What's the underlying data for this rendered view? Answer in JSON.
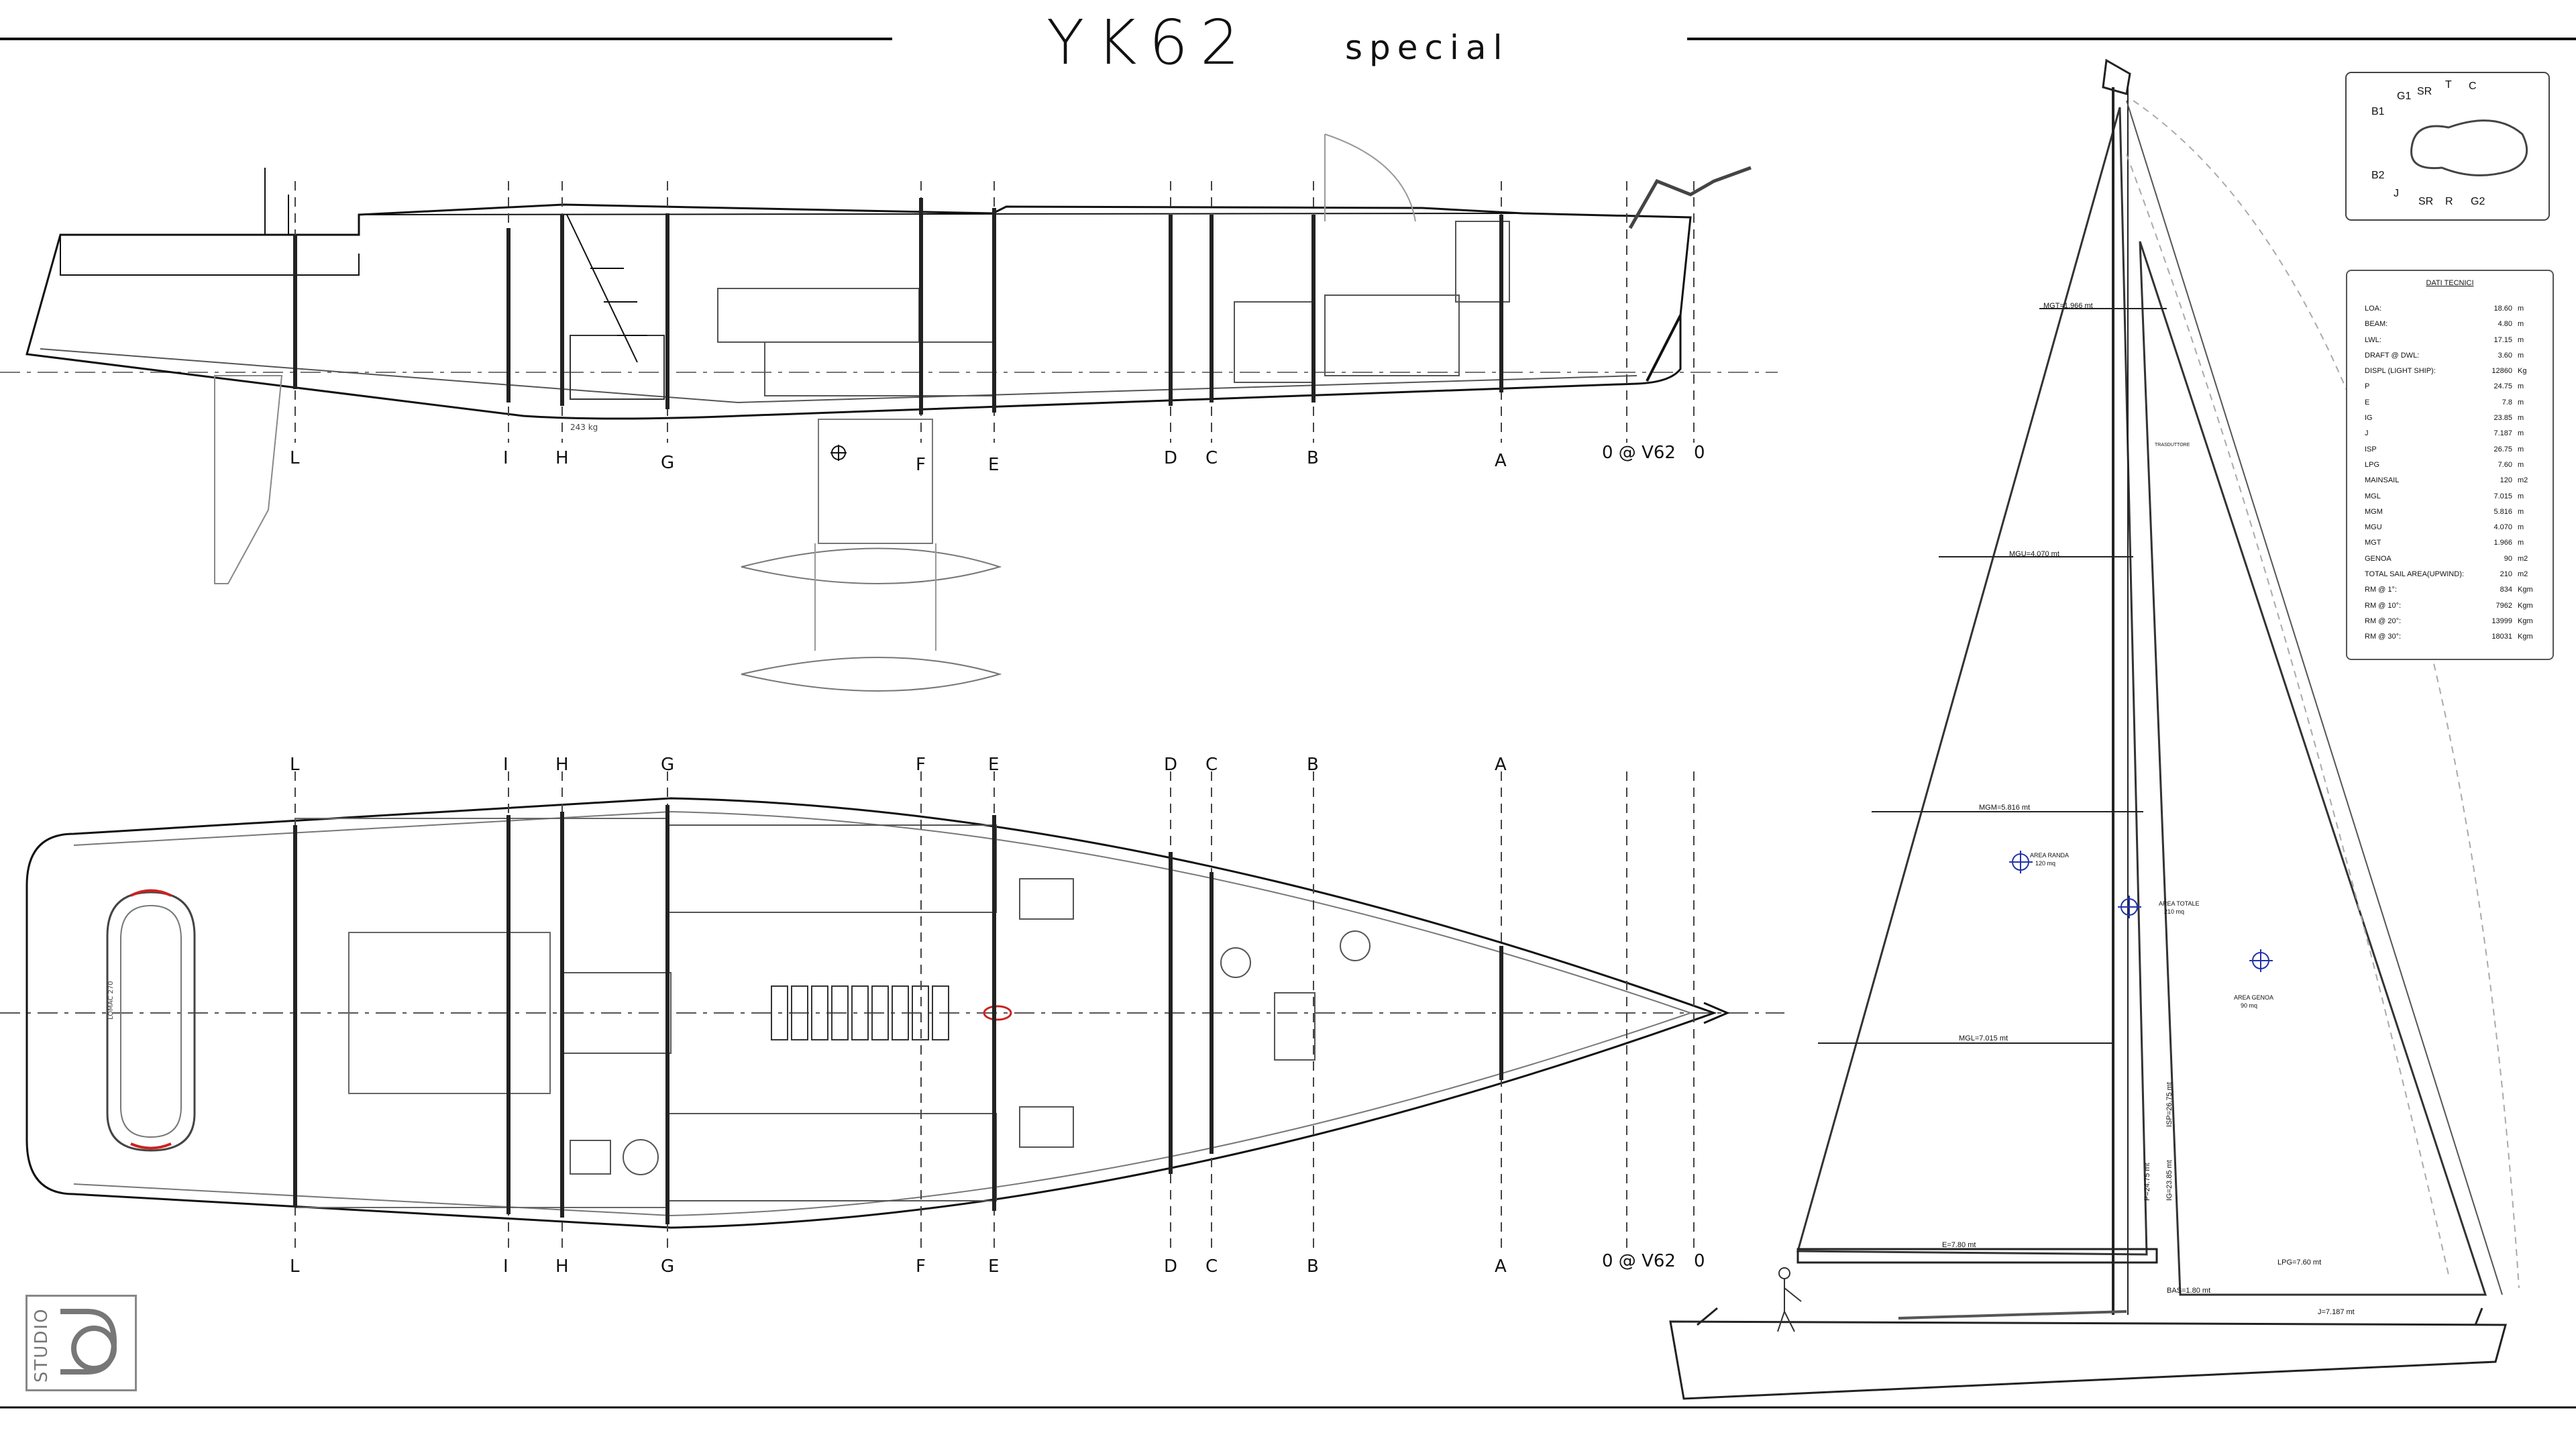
{
  "title": {
    "main": "YK62",
    "sub": "special"
  },
  "stations_top": [
    "L",
    "I",
    "H",
    "G",
    "F",
    "E",
    "D",
    "C",
    "B",
    "A"
  ],
  "stations_plan_top": [
    "L",
    "I",
    "H",
    "G",
    "F",
    "E",
    "D",
    "C",
    "B",
    "A"
  ],
  "stations_plan_bottom": [
    "L",
    "I",
    "H",
    "G",
    "F",
    "E",
    "D",
    "C",
    "B",
    "A"
  ],
  "ref_label_profile": "0 @ V62",
  "ref_zero_profile": "0",
  "ref_label_plan": "0 @ V62",
  "ref_zero_plan": "0",
  "weight_note": "243 kg",
  "tender_label": "LOMAC 270",
  "keyplan_labels": [
    "B1",
    "G1",
    "SR",
    "T",
    "C",
    "B2",
    "J",
    "SR",
    "R",
    "G2"
  ],
  "specs": {
    "title": "DATI TECNICI",
    "rows": [
      {
        "label": "LOA:",
        "value": "18.60",
        "unit": "m"
      },
      {
        "label": "BEAM:",
        "value": "4.80",
        "unit": "m"
      },
      {
        "label": "LWL:",
        "value": "17.15",
        "unit": "m"
      },
      {
        "label": "DRAFT @ DWL:",
        "value": "3.60",
        "unit": "m"
      },
      {
        "label": "DISPL (LIGHT SHIP):",
        "value": "12860",
        "unit": "Kg"
      },
      {
        "label": "P",
        "value": "24.75",
        "unit": "m"
      },
      {
        "label": "E",
        "value": "7.8",
        "unit": "m"
      },
      {
        "label": "IG",
        "value": "23.85",
        "unit": "m"
      },
      {
        "label": "J",
        "value": "7.187",
        "unit": "m"
      },
      {
        "label": "ISP",
        "value": "26.75",
        "unit": "m"
      },
      {
        "label": "LPG",
        "value": "7.60",
        "unit": "m"
      },
      {
        "label": "MAINSAIL",
        "value": "120",
        "unit": "m2"
      },
      {
        "label": "MGL",
        "value": "7.015",
        "unit": "m"
      },
      {
        "label": "MGM",
        "value": "5.816",
        "unit": "m"
      },
      {
        "label": "MGU",
        "value": "4.070",
        "unit": "m"
      },
      {
        "label": "MGT",
        "value": "1.966",
        "unit": "m"
      },
      {
        "label": "GENOA",
        "value": "90",
        "unit": "m2"
      },
      {
        "label": "TOTAL SAIL AREA(UPWIND):",
        "value": "210",
        "unit": "m2"
      },
      {
        "label": "RM @ 1°:",
        "value": "834",
        "unit": "Kgm"
      },
      {
        "label": "RM @ 10°:",
        "value": "7962",
        "unit": "Kgm"
      },
      {
        "label": "RM @ 20°:",
        "value": "13999",
        "unit": "Kgm"
      },
      {
        "label": "RM @ 30°:",
        "value": "18031",
        "unit": "Kgm"
      }
    ]
  },
  "sail_labels": {
    "mgt": "MGT=1.966 mt",
    "mgu": "MGU=4.070 mt",
    "mgm": "MGM=5.816 mt",
    "mgl": "MGL=7.015 mt",
    "e": "E=7.80 mt",
    "p": "P=24.75 mt",
    "ig": "IG=23.85 mt",
    "isp": "ISP=26.75 mt",
    "lpg": "LPG=7.60 mt",
    "bas": "BAS=1.80 mt",
    "j": "J=7.187 mt",
    "area_randa": "AREA RANDA",
    "area_randa_val": "120 mq",
    "area_totale": "AREA TOTALE",
    "area_totale_val": "210 mq",
    "area_genoa": "AREA GENOA",
    "area_genoa_val": "90 mq",
    "mast_note": "TRASDUTTORE"
  },
  "logo_text": "STUDIO",
  "colors": {
    "line": "#111111",
    "thin": "#777777",
    "light": "#aaaaaa",
    "red": "#cc2222",
    "blue": "#2233aa"
  }
}
